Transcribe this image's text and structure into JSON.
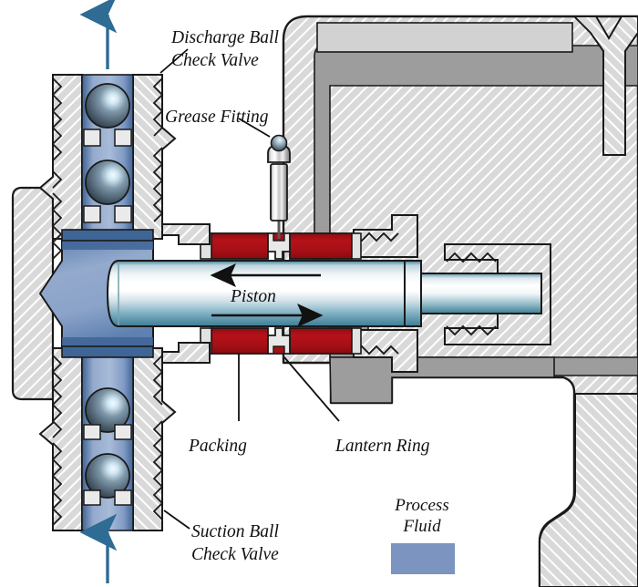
{
  "diagram": {
    "title": "Reciprocating plunger pump cross-section",
    "labels": {
      "discharge_valve_line1": "Discharge Ball",
      "discharge_valve_line2": "Check Valve",
      "grease_fitting": "Grease Fitting",
      "piston": "Piston",
      "packing": "Packing",
      "lantern_ring": "Lantern Ring",
      "suction_valve_line1": "Suction Ball",
      "suction_valve_line2": "Check Valve",
      "legend_line1": "Process",
      "legend_line2": "Fluid"
    },
    "colors": {
      "process_fluid": "#7B94C0",
      "packing_red": "#A50F16",
      "body_gray": "#9D9D9D",
      "metal_light": "#D4D4D4",
      "outline": "#1a1a1a",
      "arrow_blue": "#2E6C94",
      "piston_teal": "#4E8FA6"
    },
    "flow_arrows": {
      "discharge_direction": "up",
      "suction_direction": "up",
      "piston_arrow_top": "left",
      "piston_arrow_bottom": "right"
    },
    "components": [
      {
        "name": "discharge-ball-check-valve",
        "balls": 2
      },
      {
        "name": "suction-ball-check-valve",
        "balls": 2
      },
      {
        "name": "grease-fitting",
        "balls": 1
      },
      {
        "name": "piston",
        "balls": 0
      },
      {
        "name": "packing",
        "balls": 0
      },
      {
        "name": "lantern-ring",
        "balls": 0
      }
    ]
  }
}
